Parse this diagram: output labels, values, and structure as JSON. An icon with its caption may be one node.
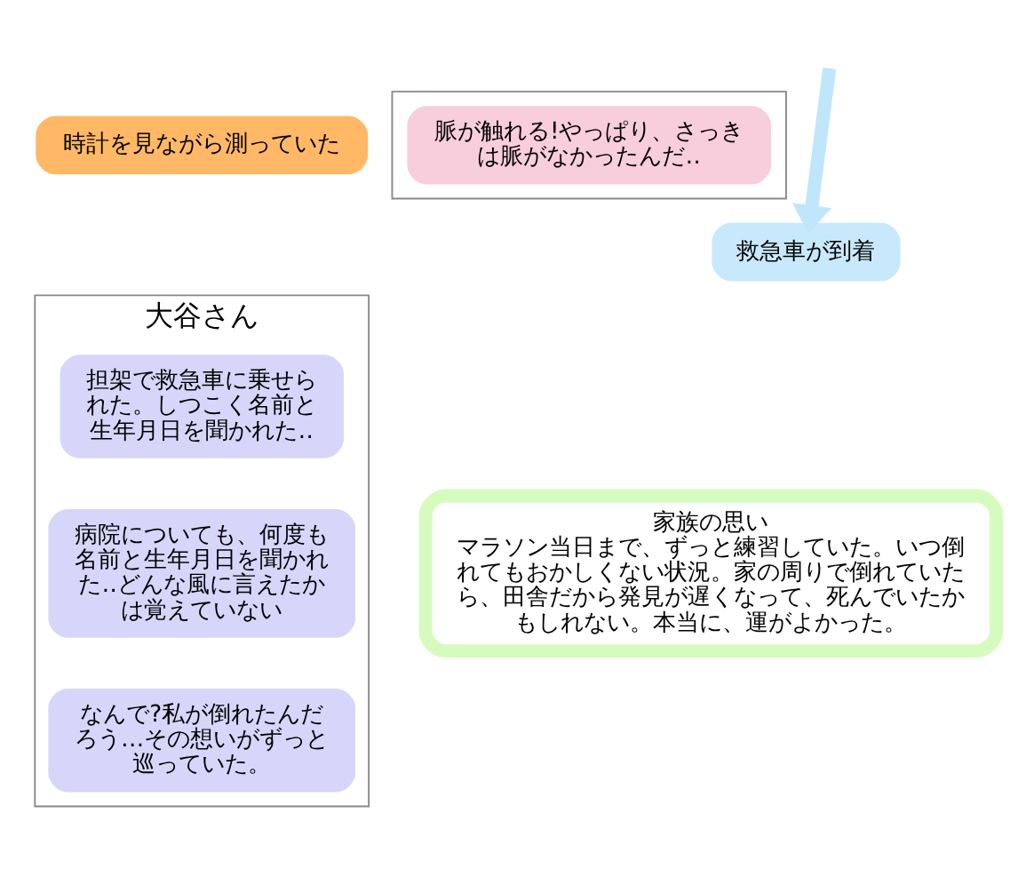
{
  "diagram": {
    "nodes": [
      {
        "text": [
          "時計を見ながら測っていた"
        ]
      },
      {
        "text": [],
        "shape": "box"
      },
      {
        "text": [
          "脈が触れる!やっぱり、さっきは脈がなかったんだ‥"
        ],
        "in": 1
      },
      {
        "text": [
          "救急車が到着"
        ]
      },
      {
        "text": [
          "大谷さん"
        ]
      },
      {
        "text": [
          "担架で救急車に乗せられた。しつこく名前と生年月日を聞かれた‥"
        ],
        "in": 4
      },
      {
        "text": [
          "病院についても、何度も名前と生年月日を聞かれた‥どんな風に言えたかは覚えていない"
        ],
        "in": 4
      },
      {
        "text": [
          "なんで?私が倒れたんだろう…その想いがずっと巡っていた。"
        ],
        "in": 4
      },
      {
        "text": [
          "家族の思い",
          "マラソン当日まで、ずっと練習していた。いつ倒れてもおかしくない状況。家の周りで倒れていたら、田舎だから発見が遅くなって、死んでいたかもしれない。本当に、運がよかった。"
        ]
      }
    ],
    "edges": [
      {
        "from": null,
        "to": 3,
        "arrow": "to",
        "color": "#bfe6fb"
      }
    ]
  }
}
